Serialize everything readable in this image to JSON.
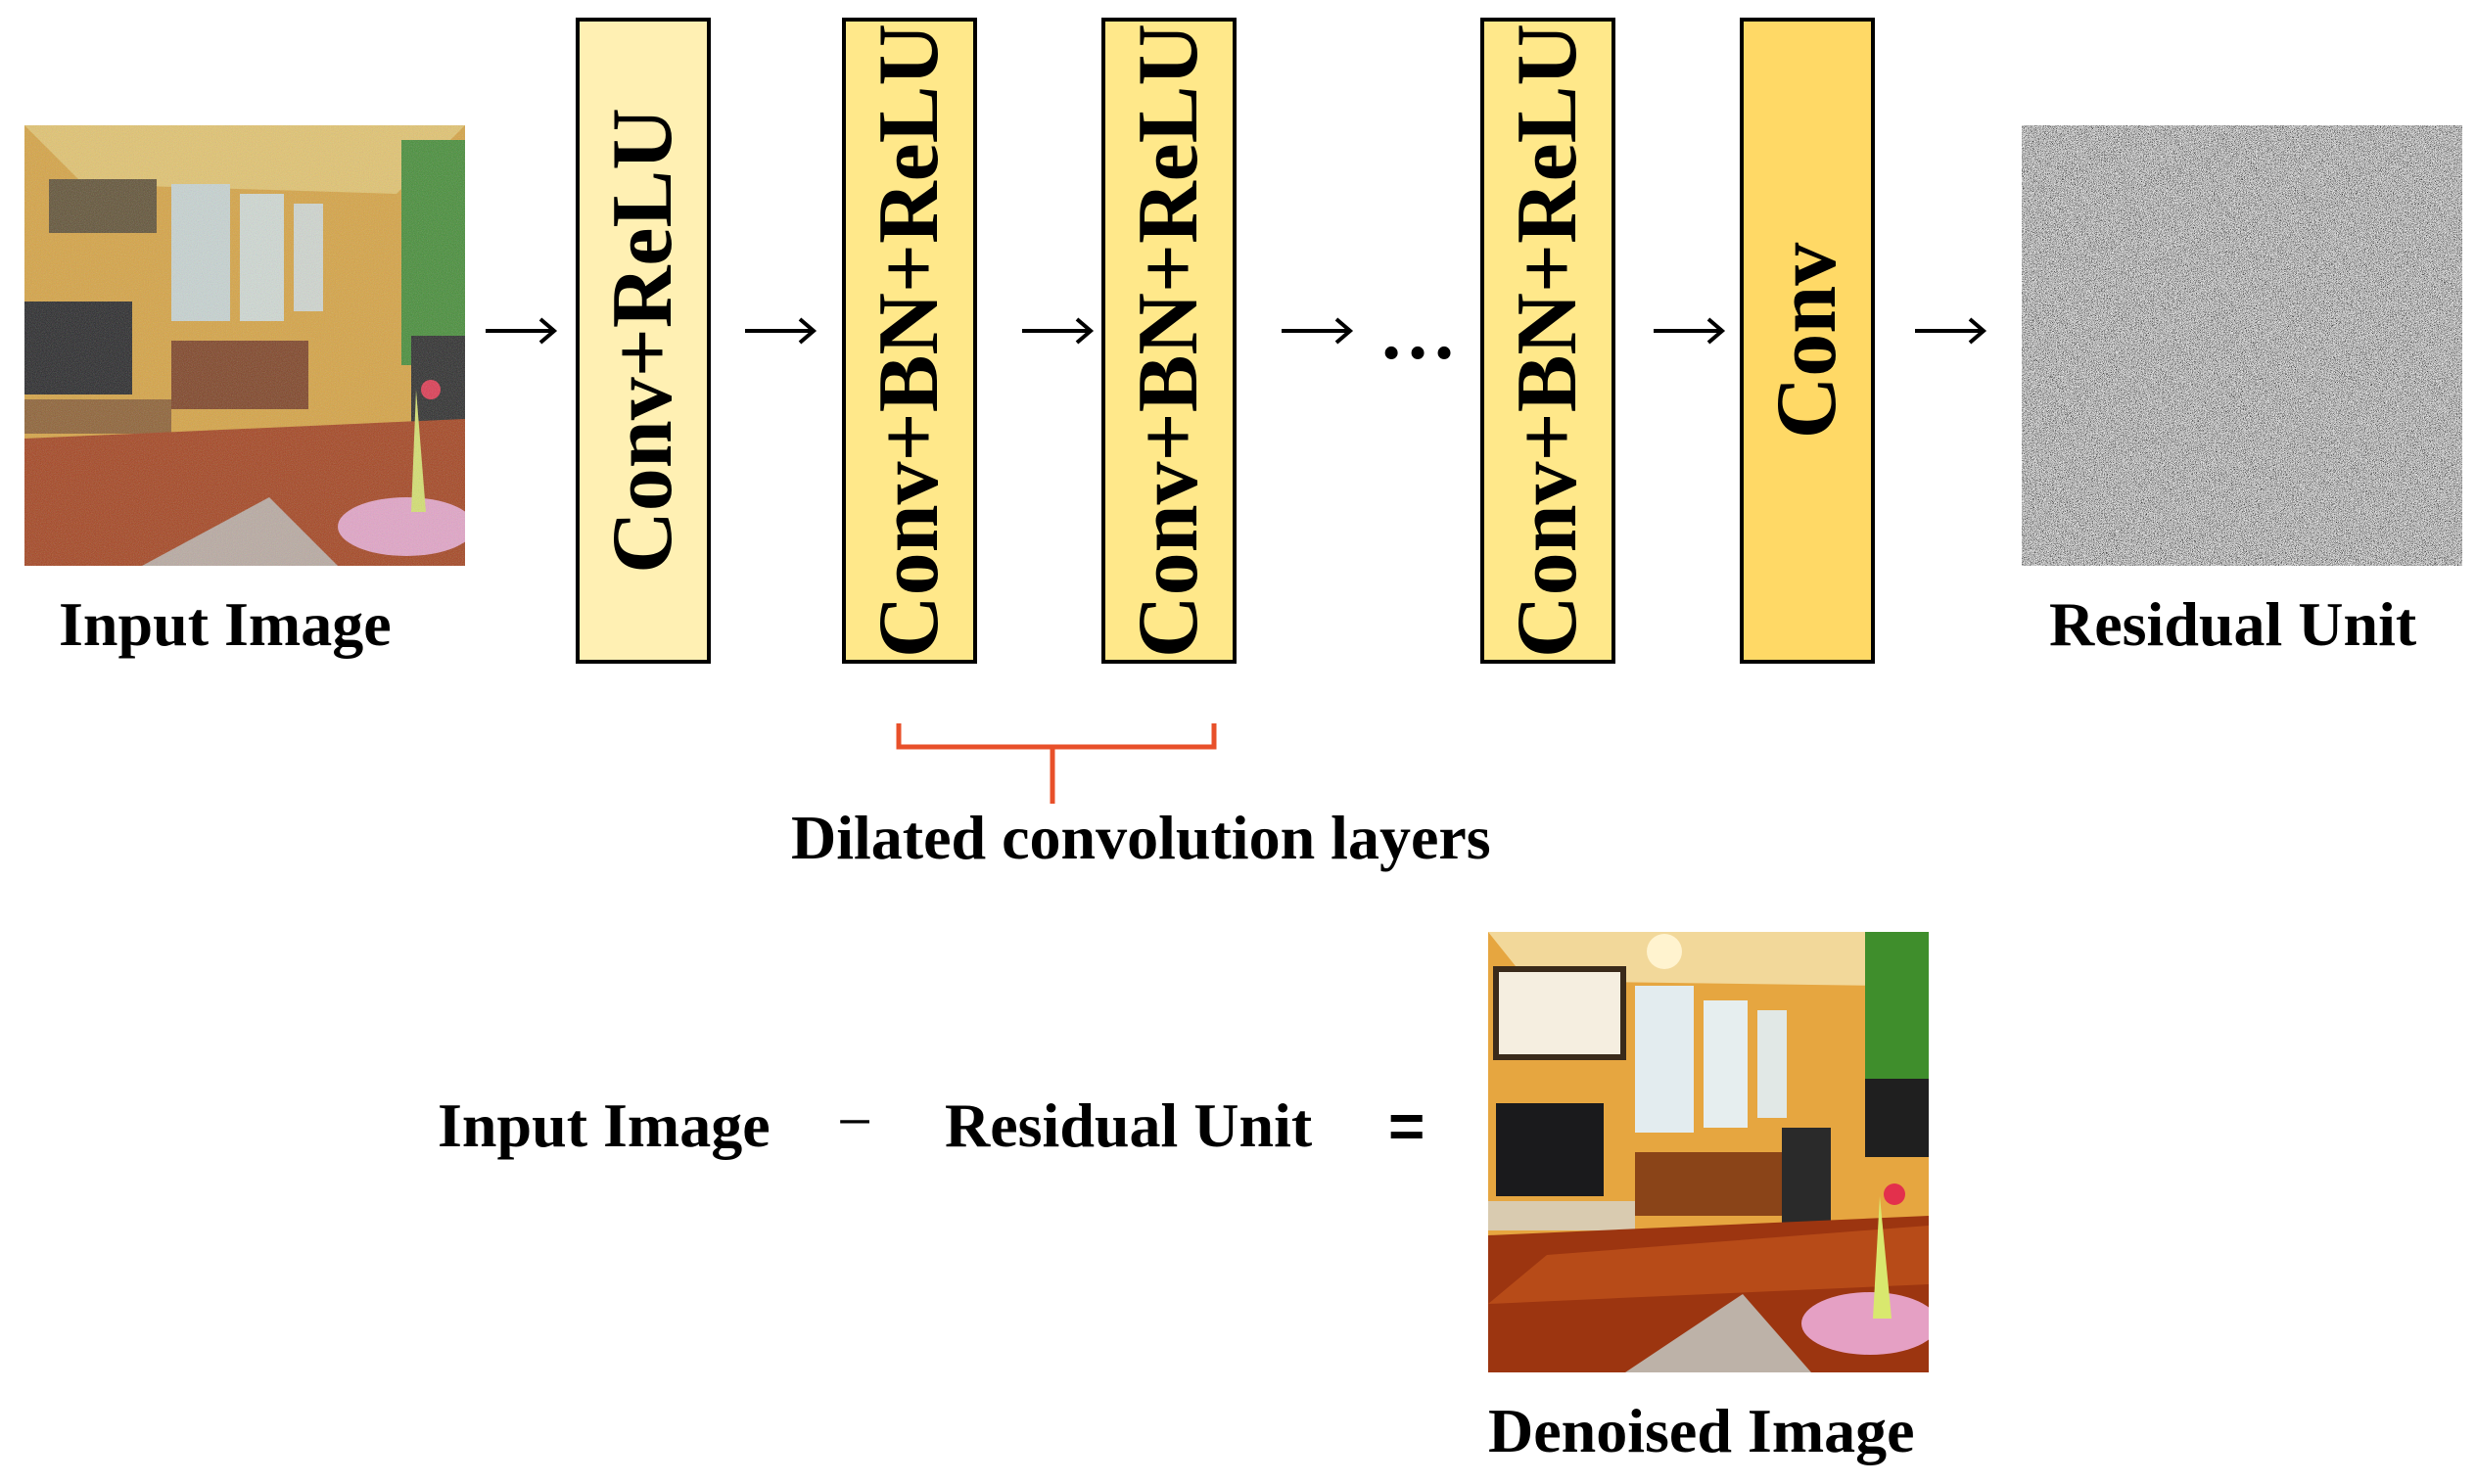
{
  "pipeline": {
    "input_label": "Input Image",
    "blocks": [
      {
        "label": "Conv+ReLU"
      },
      {
        "label": "Conv+BN+ReLU"
      },
      {
        "label": "Conv+BN+ReLU"
      },
      {
        "label": "Conv+BN+ReLU"
      },
      {
        "label": "Conv"
      }
    ],
    "ellipsis": "…",
    "output_label": "Residual Unit",
    "bracket_label": "Dilated convolution layers"
  },
  "equation": {
    "term1": "Input Image",
    "minus": "−",
    "term2": "Residual Unit",
    "equals": "=",
    "result_label": "Denoised Image"
  },
  "colors": {
    "block_light": "#fff0b3",
    "block_mid": "#ffe88a",
    "block_dark": "#ffd966",
    "bracket": "#e8502a"
  }
}
